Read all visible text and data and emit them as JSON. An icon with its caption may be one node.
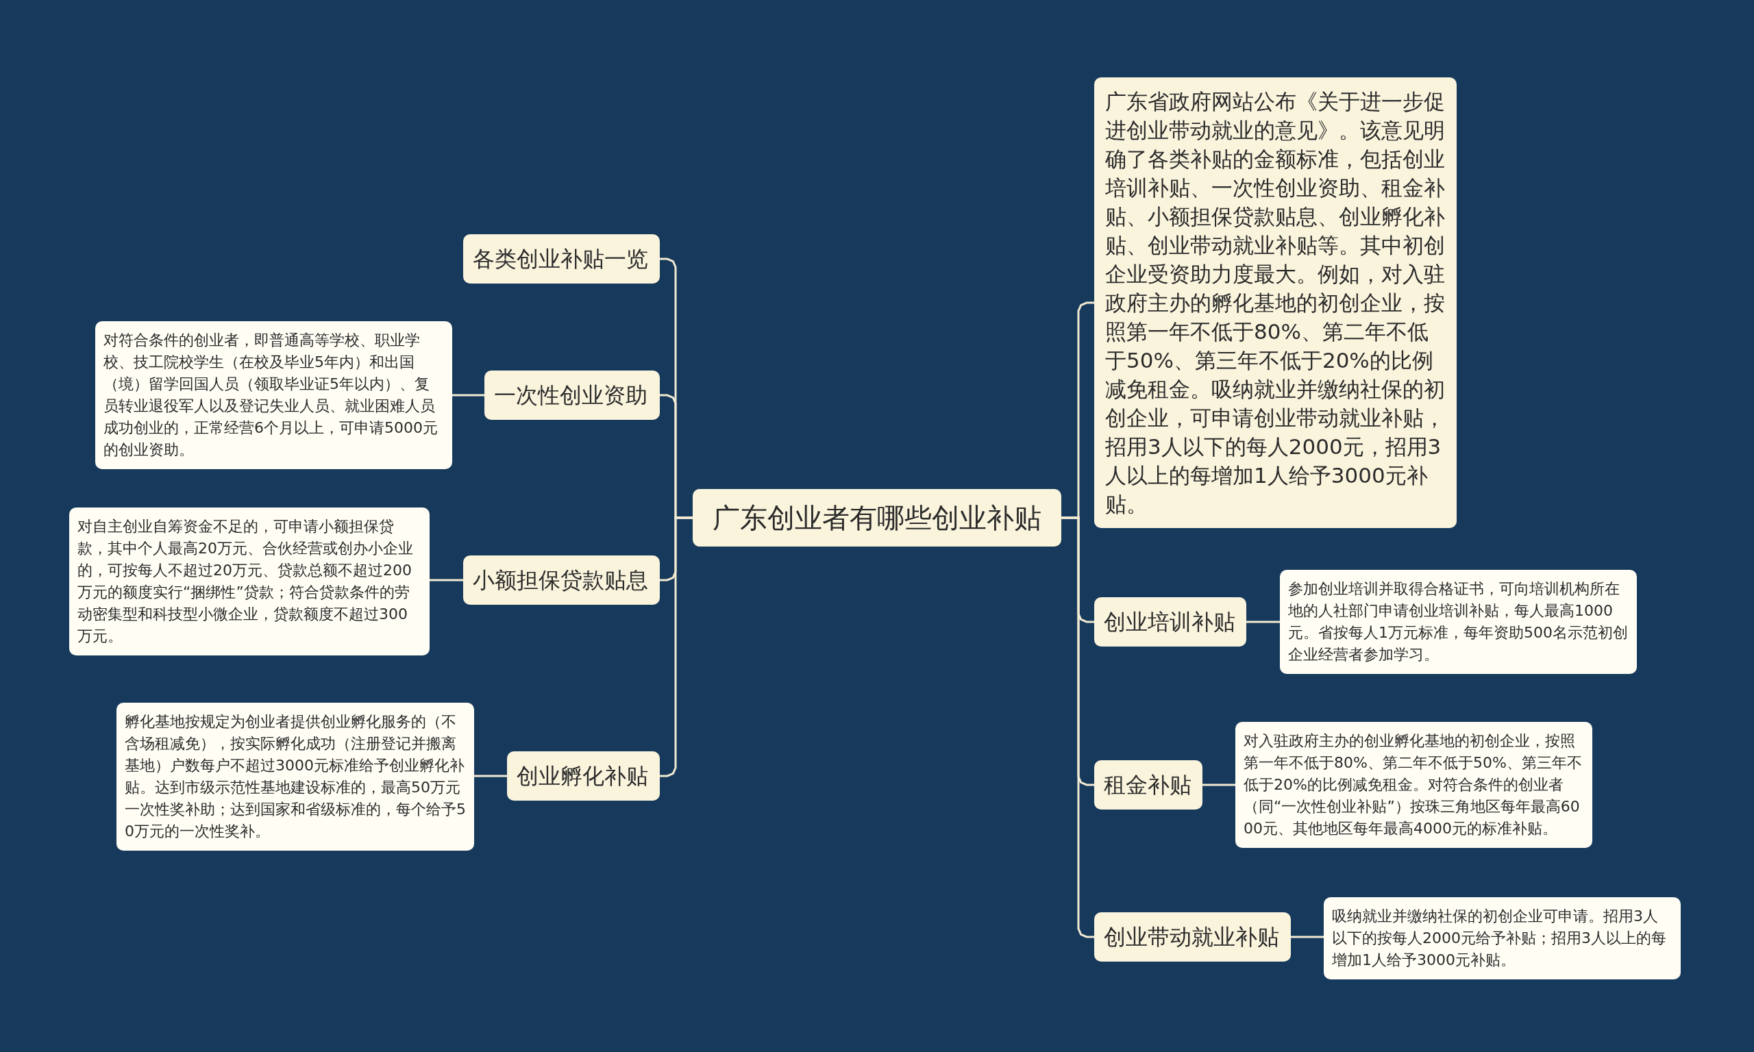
{
  "diagram": {
    "nodes": [
      {
        "text": [
          "广东创业者有哪些创业补贴"
        ]
      },
      {
        "text": [
          "各类创业补贴一览"
        ]
      },
      {
        "text": [
          "一次性创业资助"
        ]
      },
      {
        "text": [
          "对符合条件的创业者，即普通高等学校、职业学校、技工院校学生（在校及毕业5年内）和出国（境）留学回国人员（领取毕业证5年以内）、复员转业退役军人以及登记失业人员、就业困难人员成功创业的，正常经营6个月以上，可申请5000元的创业资助。"
        ]
      },
      {
        "text": [
          "小额担保贷款贴息"
        ]
      },
      {
        "text": [
          "对自主创业自筹资金不足的，可申请小额担保贷款，其中个人最高20万元、合伙经营或创办小企业的，可按每人不超过20万元、贷款总额不超过200万元的额度实行“捆绑性”贷款；符合贷款条件的劳动密集型和科技型小微企业，贷款额度不超过300万元。"
        ]
      },
      {
        "text": [
          "创业孵化补贴"
        ]
      },
      {
        "text": [
          "孵化基地按规定为创业者提供创业孵化服务的（不含场租减免），按实际孵化成功（注册登记并搬离基地）户数每户不超过3000元标准给予创业孵化补贴。达到市级示范性基地建设标准的，最高50万元一次性奖补助；达到国家和省级标准的，每个给予50万元的一次性奖补。"
        ]
      },
      {
        "text": [
          "广东省政府网站公布《关于进一步促进创业带动就业的意见》。该意见明确了各类补贴的金额标准，包括创业培训补贴、一次性创业资助、租金补贴、小额担保贷款贴息、创业孵化补贴、创业带动就业补贴等。其中初创企业受资助力度最大。例如，对入驻政府主办的孵化基地的初创企业，按照第一年不低于80%、第二年不低于50%、第三年不低于20%的比例减免租金。吸纳就业并缴纳社保的初创企业，可申请创业带动就业补贴，招用3人以下的每人2000元，招用3人以上的每增加1人给予3000元补贴。"
        ]
      },
      {
        "text": [
          "创业培训补贴"
        ]
      },
      {
        "text": [
          "参加创业培训并取得合格证书，可向培训机构所在地的人社部门申请创业培训补贴，每人最高1000元。省按每人1万元标准，每年资助500名示范初创企业经营者参加学习。"
        ]
      },
      {
        "text": [
          "租金补贴"
        ]
      },
      {
        "text": [
          "对入驻政府主办的创业孵化基地的初创企业，按照第一年不低于80%、第二年不低于50%、第三年不低于20%的比例减免租金。对符合条件的创业者（同“一次性创业补贴”）按珠三角地区每年最高6000元、其他地区每年最高4000元的标准补贴。"
        ]
      },
      {
        "text": [
          "创业带动就业补贴"
        ]
      },
      {
        "text": [
          "吸纳就业并缴纳社保的初创企业可申请。招用3人以下的按每人2000元给予补贴；招用3人以上的每增加1人给予3000元补贴。"
        ]
      }
    ],
    "edges": [
      {
        "from": 0,
        "to": 1,
        "arrow": "none"
      },
      {
        "from": 0,
        "to": 2,
        "arrow": "none"
      },
      {
        "from": 2,
        "to": 3,
        "arrow": "none"
      },
      {
        "from": 0,
        "to": 4,
        "arrow": "none"
      },
      {
        "from": 4,
        "to": 5,
        "arrow": "none"
      },
      {
        "from": 0,
        "to": 6,
        "arrow": "none"
      },
      {
        "from": 6,
        "to": 7,
        "arrow": "none"
      },
      {
        "from": 0,
        "to": 8,
        "arrow": "none"
      },
      {
        "from": 0,
        "to": 9,
        "arrow": "none"
      },
      {
        "from": 9,
        "to": 10,
        "arrow": "none"
      },
      {
        "from": 0,
        "to": 11,
        "arrow": "none"
      },
      {
        "from": 11,
        "to": 12,
        "arrow": "none"
      },
      {
        "from": 0,
        "to": 13,
        "arrow": "none"
      },
      {
        "from": 13,
        "to": 14,
        "arrow": "none"
      }
    ]
  }
}
